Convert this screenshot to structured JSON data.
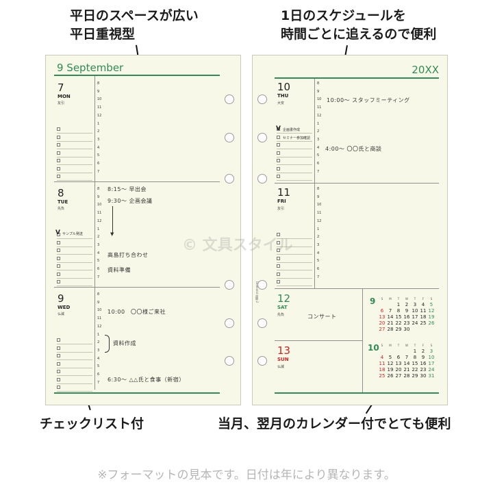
{
  "callouts": {
    "top_left": [
      "平日のスペースが広い",
      "平日重視型"
    ],
    "top_right": [
      "1日のスケジュールを",
      "時間ごとに追えるので便利"
    ],
    "bottom_left": "チェックリスト付",
    "bottom_right": "当月、翌月のカレンダー付でとても便利"
  },
  "footnote": "※フォーマットの見本です。日付は年により異なります。",
  "watermark": "© 文具スタイル",
  "left_page": {
    "title": "9 September",
    "days": [
      {
        "num": "7",
        "name": "MON",
        "rokuyo": "友引"
      },
      {
        "num": "8",
        "name": "TUE",
        "rokuyo": "先負"
      },
      {
        "num": "9",
        "name": "WED",
        "rokuyo": "仏滅"
      }
    ],
    "hours": [
      "8",
      "9",
      "10",
      "11",
      "12",
      "1",
      "2",
      "3",
      "4",
      "5",
      "6",
      "7"
    ],
    "handwriting": {
      "tue_1": "8:15〜 早出会",
      "tue_2": "9:30〜 企画会議",
      "tue_3": "高島打ち合わせ",
      "tue_4": "資料準備",
      "tue_check": "サンプル発送",
      "wed_1": "10:00　〇〇様ご来社",
      "wed_2": "資料作成",
      "wed_3": "6:30〜 △△氏と食事（新宿）"
    }
  },
  "right_page": {
    "year": "20XX",
    "days": [
      {
        "num": "10",
        "name": "THU",
        "rokuyo": "大安"
      },
      {
        "num": "11",
        "name": "FRI",
        "rokuyo": "友引"
      },
      {
        "num": "12",
        "name": "SAT",
        "rokuyo": "先負"
      },
      {
        "num": "13",
        "name": "SUN",
        "rokuyo": "仏滅"
      }
    ],
    "margin_note": "Diamond 週間 2",
    "handwriting": {
      "thu_1": "10:00〜 スタッフミーティング",
      "thu_2": "4:00〜 〇〇氏と商談",
      "thu_check1": "企画書作成",
      "thu_check2": "セミナー参加確認",
      "sat_1": "コンサート"
    }
  },
  "calendars": [
    {
      "month": "9",
      "weekdays": [
        "S",
        "M",
        "T",
        "W",
        "T",
        "F",
        "S"
      ],
      "weeks": [
        [
          "",
          "",
          "1",
          "2",
          "3",
          "4",
          "5"
        ],
        [
          "6",
          "7",
          "8",
          "9",
          "10",
          "11",
          "12"
        ],
        [
          "13",
          "14",
          "15",
          "16",
          "17",
          "18",
          "19"
        ],
        [
          "20",
          "21",
          "22",
          "23",
          "24",
          "25",
          "26"
        ],
        [
          "27",
          "28",
          "29",
          "30",
          "",
          "",
          ""
        ]
      ]
    },
    {
      "month": "10",
      "weekdays": [
        "S",
        "M",
        "T",
        "W",
        "T",
        "F",
        "S"
      ],
      "weeks": [
        [
          "",
          "",
          "",
          "",
          "1",
          "2",
          "3"
        ],
        [
          "4",
          "5",
          "6",
          "7",
          "8",
          "9",
          "10"
        ],
        [
          "11",
          "12",
          "13",
          "14",
          "15",
          "16",
          "17"
        ],
        [
          "18",
          "19",
          "20",
          "21",
          "22",
          "23",
          "24"
        ],
        [
          "25",
          "26",
          "27",
          "28",
          "29",
          "30",
          "31"
        ]
      ]
    }
  ]
}
